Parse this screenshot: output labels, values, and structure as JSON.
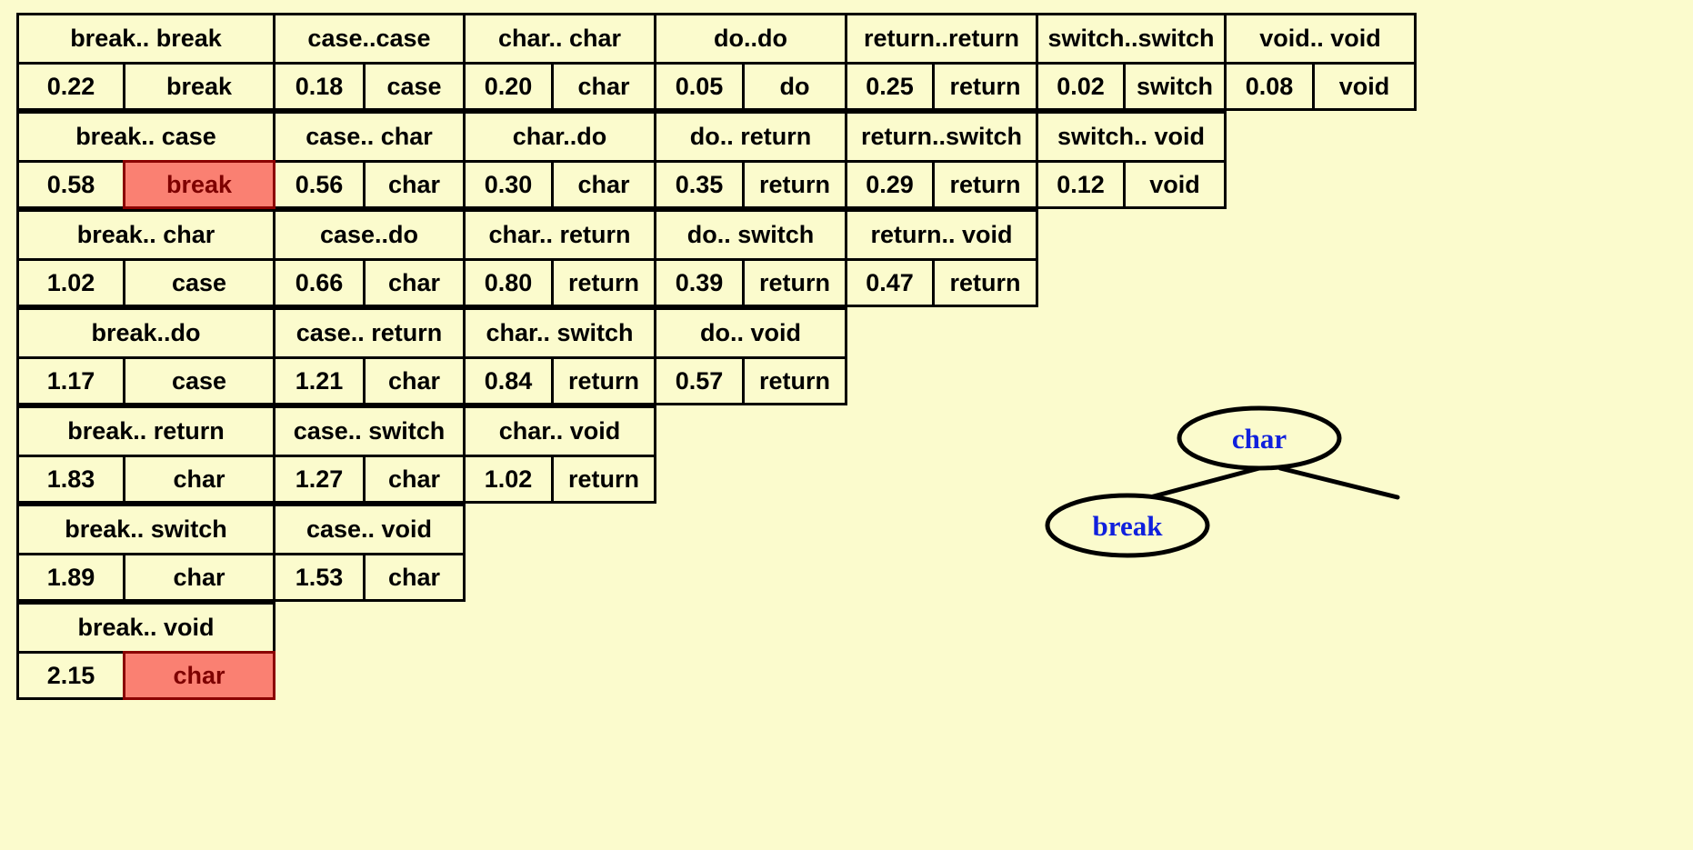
{
  "page": {
    "background_color": "#FBFBCD",
    "border_color": "#000000",
    "highlight_fill": "#FA8072",
    "highlight_border": "#8B0000",
    "highlight_text": "#7E0000",
    "node_text_color": "#1020DD"
  },
  "table": {
    "columns": 7,
    "pairs": [
      {
        "header": [
          "break.. break",
          "case..case",
          "char.. char",
          "do..do",
          "return..return",
          "switch..switch",
          "void.. void"
        ],
        "values": [
          {
            "num": "0.22",
            "label": "break",
            "highlight": false
          },
          {
            "num": "0.18",
            "label": "case",
            "highlight": false
          },
          {
            "num": "0.20",
            "label": "char",
            "highlight": false
          },
          {
            "num": "0.05",
            "label": "do",
            "highlight": false
          },
          {
            "num": "0.25",
            "label": "return",
            "highlight": false
          },
          {
            "num": "0.02",
            "label": "switch",
            "highlight": false
          },
          {
            "num": "0.08",
            "label": "void",
            "highlight": false
          }
        ]
      },
      {
        "header": [
          "break.. case",
          "case.. char",
          "char..do",
          "do.. return",
          "return..switch",
          "switch.. void"
        ],
        "values": [
          {
            "num": "0.58",
            "label": "break",
            "highlight": true
          },
          {
            "num": "0.56",
            "label": "char",
            "highlight": false
          },
          {
            "num": "0.30",
            "label": "char",
            "highlight": false
          },
          {
            "num": "0.35",
            "label": "return",
            "highlight": false
          },
          {
            "num": "0.29",
            "label": "return",
            "highlight": false
          },
          {
            "num": "0.12",
            "label": "void",
            "highlight": false
          }
        ]
      },
      {
        "header": [
          "break.. char",
          "case..do",
          "char.. return",
          "do.. switch",
          "return.. void"
        ],
        "values": [
          {
            "num": "1.02",
            "label": "case",
            "highlight": false
          },
          {
            "num": "0.66",
            "label": "char",
            "highlight": false
          },
          {
            "num": "0.80",
            "label": "return",
            "highlight": false
          },
          {
            "num": "0.39",
            "label": "return",
            "highlight": false
          },
          {
            "num": "0.47",
            "label": "return",
            "highlight": false
          }
        ]
      },
      {
        "header": [
          "break..do",
          "case.. return",
          "char.. switch",
          "do.. void"
        ],
        "values": [
          {
            "num": "1.17",
            "label": "case",
            "highlight": false
          },
          {
            "num": "1.21",
            "label": "char",
            "highlight": false
          },
          {
            "num": "0.84",
            "label": "return",
            "highlight": false
          },
          {
            "num": "0.57",
            "label": "return",
            "highlight": false
          }
        ]
      },
      {
        "header": [
          "break.. return",
          "case.. switch",
          "char.. void"
        ],
        "values": [
          {
            "num": "1.83",
            "label": "char",
            "highlight": false
          },
          {
            "num": "1.27",
            "label": "char",
            "highlight": false
          },
          {
            "num": "1.02",
            "label": "return",
            "highlight": false
          }
        ]
      },
      {
        "header": [
          "break.. switch",
          "case.. void"
        ],
        "values": [
          {
            "num": "1.89",
            "label": "char",
            "highlight": false
          },
          {
            "num": "1.53",
            "label": "char",
            "highlight": false
          }
        ]
      },
      {
        "header": [
          "break.. void"
        ],
        "values": [
          {
            "num": "2.15",
            "label": "char",
            "highlight": true
          }
        ]
      }
    ]
  },
  "diagram": {
    "nodes": [
      {
        "id": "char",
        "label": "char"
      },
      {
        "id": "break",
        "label": "break"
      }
    ],
    "edges": [
      {
        "from": "char",
        "to": "break"
      },
      {
        "from": "char",
        "to": "unlabeled-right"
      }
    ]
  }
}
